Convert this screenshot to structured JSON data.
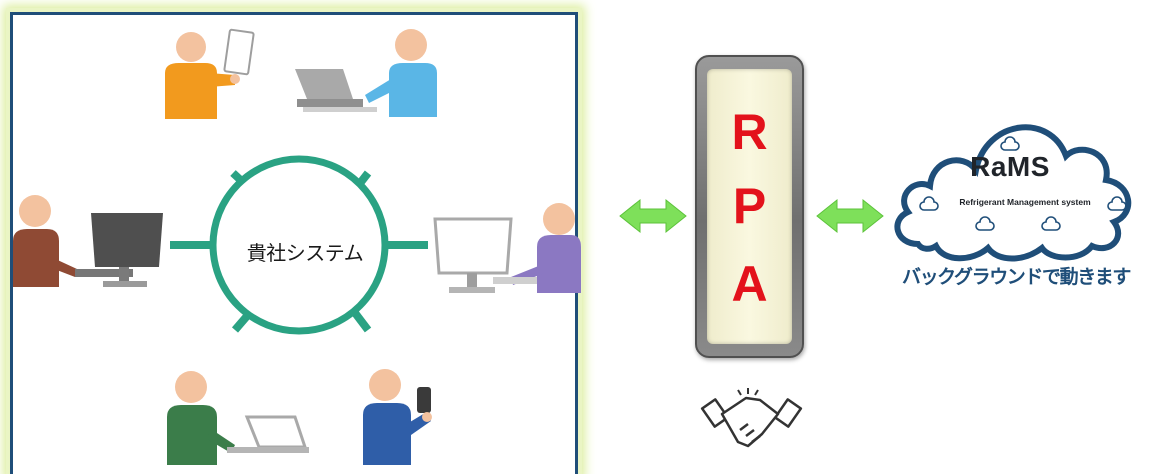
{
  "company_system": {
    "label": "貴社システム",
    "colors": {
      "hub": "#2aa283",
      "border": "#1f4e79",
      "glow": "#dcee9e"
    }
  },
  "rpa": {
    "letters": [
      "R",
      "P",
      "A"
    ],
    "colors": {
      "letters": "#e3121b",
      "box": "#f8f6dc"
    }
  },
  "rams": {
    "title": "RaMS",
    "subtitle": "Refrigerant Management system",
    "caption": "バックグラウンドで動きます",
    "colors": {
      "cloud_border": "#1f4e79",
      "caption": "#1f4e79"
    }
  },
  "connectors": {
    "arrow_color": "#7ee05a",
    "icons": [
      "double-arrow-icon",
      "double-arrow-icon",
      "handshake-icon",
      "cloud-icon"
    ]
  },
  "people": [
    {
      "name": "person-orange-tablet",
      "shirt_color": "#f29a1e",
      "device": "tablet"
    },
    {
      "name": "person-blue-laptop",
      "shirt_color": "#5ab6e6",
      "device": "laptop"
    },
    {
      "name": "person-brown-monitor",
      "shirt_color": "#8f4a34",
      "device": "monitor"
    },
    {
      "name": "person-purple-monitor",
      "shirt_color": "#8b78c2",
      "device": "monitor"
    },
    {
      "name": "person-green-laptop",
      "shirt_color": "#3b7d4a",
      "device": "laptop"
    },
    {
      "name": "person-navy-phone",
      "shirt_color": "#2f5ea8",
      "device": "phone"
    }
  ]
}
